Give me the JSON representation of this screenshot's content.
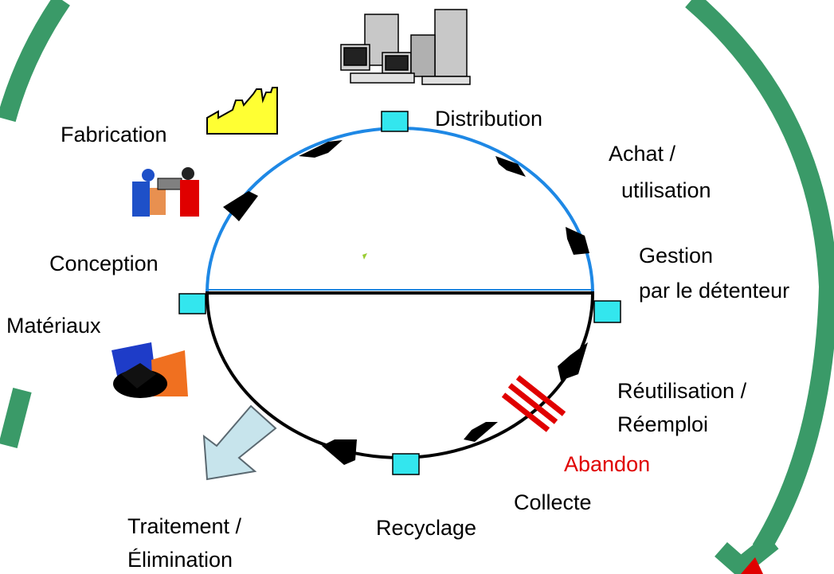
{
  "stages": {
    "distribution": "Distribution",
    "achat_line1": "Achat /",
    "achat_line2": "utilisation",
    "gestion_line1": "Gestion",
    "gestion_line2": "par le détenteur",
    "reutilisation_line1": "Réutilisation /",
    "reutilisation_line2": "Réemploi",
    "abandon": "Abandon",
    "collecte": "Collecte",
    "recyclage": "Recyclage",
    "traitement_line1": "Traitement /",
    "traitement_line2": "Élimination",
    "materiaux": "Matériaux",
    "conception": "Conception",
    "fabrication": "Fabrication"
  },
  "colors": {
    "outer_ring": "#3a9a68",
    "upper_arc": "#1e88e5",
    "lower_arc": "#000000",
    "node": "#33e6ee",
    "abandon": "#e00000",
    "factory": "#ffff33",
    "exit_arrow": "#c7e4ec"
  },
  "icons": [
    "factory-icon",
    "workers-icon",
    "computers-icon",
    "materials-icon",
    "abandon-barrier-icon",
    "exit-arrow-icon"
  ]
}
